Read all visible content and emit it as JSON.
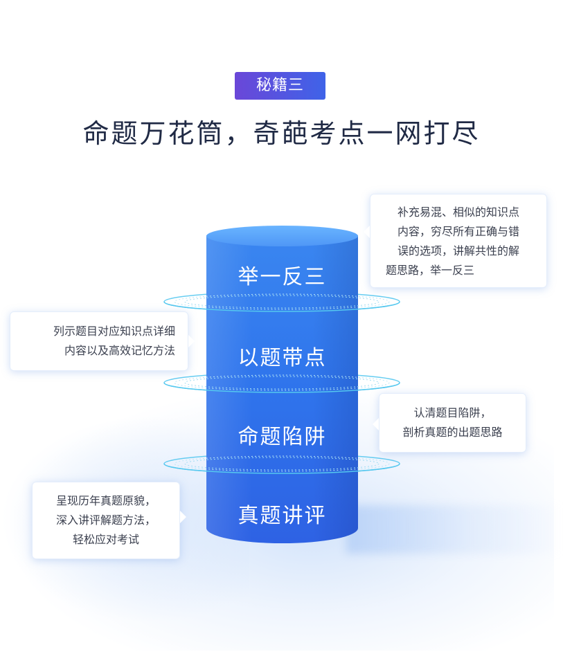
{
  "badge": "秘籍三",
  "headline": "命题万花筒，奇葩考点一网打尽",
  "layers": [
    {
      "label": "举一反三"
    },
    {
      "label": "以题带点"
    },
    {
      "label": "命题陷阱"
    },
    {
      "label": "真题讲评"
    }
  ],
  "callouts": {
    "top_right": [
      "补充易混、相似的知识点",
      "内容，穷尽所有正确与错",
      "误的选项，讲解共性的解",
      "题思路，举一反三"
    ],
    "mid_left": [
      "列示题目对应知识点详细",
      "内容以及高效记忆方法"
    ],
    "mid_right": [
      "认清题目陷阱，",
      "剖析真题的出题思路"
    ],
    "bottom_left": [
      "呈现历年真题原貌，",
      "深入讲评解题方法，",
      "轻松应对考试"
    ]
  },
  "colors": {
    "badge_start": "#6a47d8",
    "badge_end": "#3f63e8",
    "cylinder": "#2f74ec",
    "ring": "#4fc6ee",
    "title": "#202a45"
  }
}
